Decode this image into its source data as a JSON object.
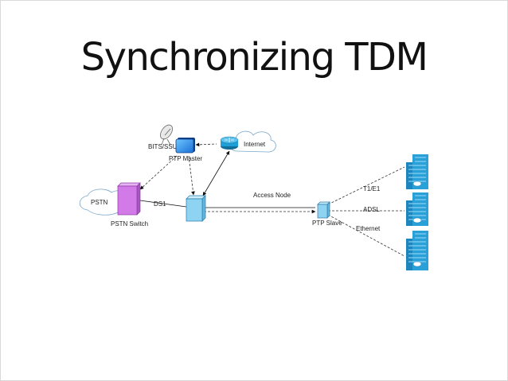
{
  "title": "Synchronizing TDM",
  "labels": {
    "bits_ssu": "BITS/SSU",
    "ptp_master": "PTP Master",
    "internet": "Internet",
    "pstn": "PSTN",
    "ds1": "DS1",
    "pstn_switch": "PSTN Switch",
    "access_node": "Access Node",
    "ptp_slave": "PTP Slave",
    "t1e1": "T1/E1",
    "adsl": "ADSL",
    "ethernet": "Ethernet"
  },
  "colors": {
    "ptp_master": "#1a6fd6",
    "router": "#1f9fd8",
    "pstn_switch": "#d27be8",
    "access_node": "#8fd3f2",
    "building": "#2aa0d8"
  },
  "icons": {
    "satellite": "satellite-dish-icon",
    "router": "router-icon",
    "building": "office-building-icon"
  }
}
